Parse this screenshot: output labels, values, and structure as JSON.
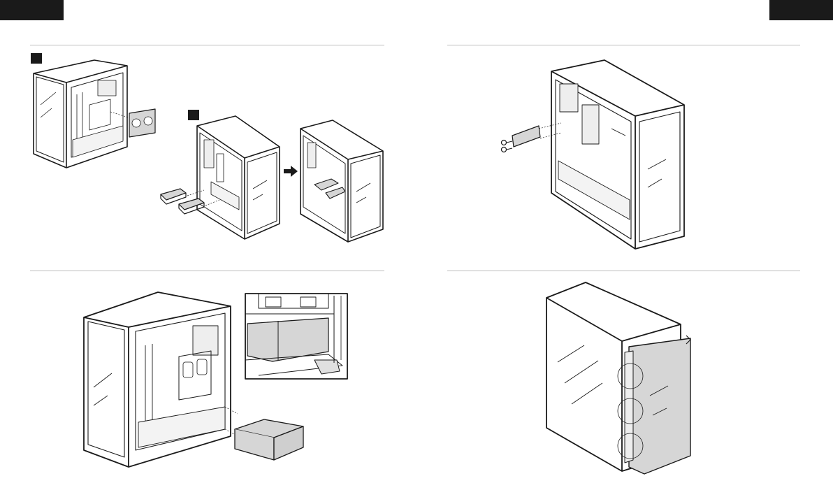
{
  "document": {
    "type": "installation-guide-spread",
    "left_header_tab": "",
    "right_header_tab": "",
    "step_badges": [
      "",
      ""
    ]
  },
  "colors": {
    "ink": "#1a1a1a",
    "divider": "#bdbdbd",
    "fill_gray": "#d6d6d6",
    "paper": "#ffffff"
  },
  "illustrations": [
    "case-with-radiator-bracket",
    "case-ssd-drives-insert",
    "case-ssd-drives-installed",
    "case-rear-fan-bracket-screws",
    "case-psu-installation",
    "psu-shroud-closeup",
    "case-front-panel-removal"
  ]
}
